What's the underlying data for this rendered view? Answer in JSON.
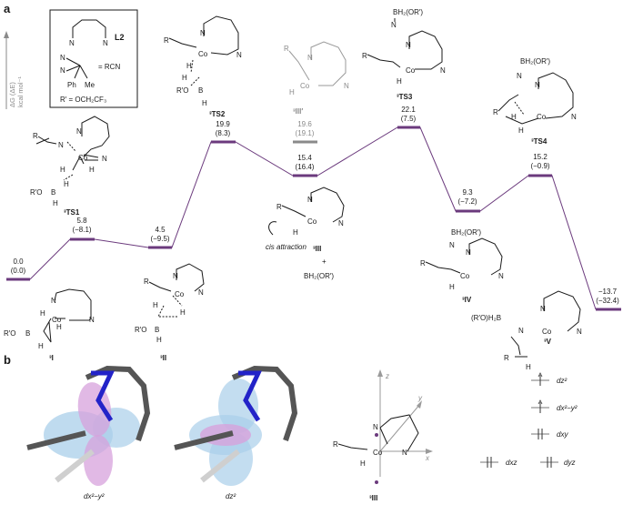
{
  "panels": {
    "a": "a",
    "b": "b"
  },
  "axis": {
    "line1": "ΔG (ΔE)",
    "line2": "kcal mol⁻¹"
  },
  "legend": {
    "ligand_label": "L2",
    "rcn_label": "= RCN",
    "ph": "Ph",
    "me": "Me",
    "rprime": "R′ = OCH₂CF₃"
  },
  "atoms": {
    "N": "N",
    "Co": "Co",
    "H": "H",
    "B": "B",
    "R": "R",
    "RO": "R′O",
    "BH2OR": "BH₂(OR′)",
    "ROH2B": "(R′O)H₂B"
  },
  "states": [
    {
      "label": "³I",
      "g": "0.0",
      "e": "(0.0)"
    },
    {
      "label": "³TS1",
      "g": "5.8",
      "e": "(−8.1)"
    },
    {
      "label": "³II",
      "g": "4.5",
      "e": "(−9.5)"
    },
    {
      "label": "³TS2",
      "g": "19.9",
      "e": "(8.3)"
    },
    {
      "label": "³III",
      "g": "15.4",
      "e": "(16.4)"
    },
    {
      "label": "³III′",
      "g": "19.6",
      "e": "(19.1)"
    },
    {
      "label": "³TS3",
      "g": "22.1",
      "e": "(7.5)"
    },
    {
      "label": "³IV",
      "g": "9.3",
      "e": "(−7.2)"
    },
    {
      "label": "³TS4",
      "g": "15.2",
      "e": "(−0.9)"
    },
    {
      "label": "³V",
      "g": "−13.7",
      "e": "(−32.4)"
    }
  ],
  "annotations": {
    "cis": "cis attraction",
    "plus": "+",
    "borane": "BH₂(OR′)"
  },
  "orbitals": {
    "left": "dx²−y²",
    "mid": "dz²",
    "species": "³III",
    "axes": {
      "z": "z",
      "y": "y",
      "x": "x"
    },
    "levels": [
      "dz²",
      "dx²−y²",
      "dxy",
      "dxz",
      "dyz"
    ]
  },
  "colors": {
    "profile": "#6b3a7d",
    "level_gray": "#8a8a8a",
    "lobe_blue": "#a9cfea",
    "lobe_pink": "#d7a2dc",
    "ring_blue": "#2323c8"
  }
}
